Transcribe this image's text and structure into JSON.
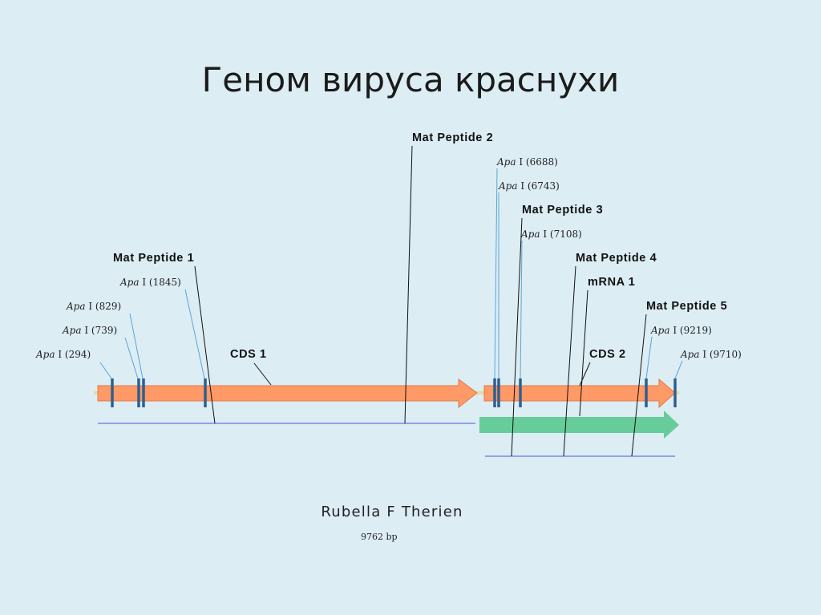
{
  "title": "Геном вируса краснухи",
  "features": {
    "mat_peptide_1": "Mat Peptide 1",
    "mat_peptide_2": "Mat Peptide 2",
    "mat_peptide_3": "Mat Peptide 3",
    "mat_peptide_4": "Mat Peptide 4",
    "mat_peptide_5": "Mat Peptide 5",
    "mrna_1": "mRNA 1",
    "cds_1": "CDS 1",
    "cds_2": "CDS 2"
  },
  "enzyme": "Apa",
  "enzyme_suffix": "I",
  "sites": [
    "(294)",
    "(739)",
    "(829)",
    "(1845)",
    "(6688)",
    "(6743)",
    "(7108)",
    "(9219)",
    "(9710)"
  ],
  "sequence_name": "Rubella F Therien",
  "length": "9762 bp",
  "colors": {
    "cds": "#ff9966",
    "mrna": "#66cc99",
    "marker": "#2f5f8f",
    "feature_line": "#6677dd",
    "background": "#dcedf4"
  }
}
